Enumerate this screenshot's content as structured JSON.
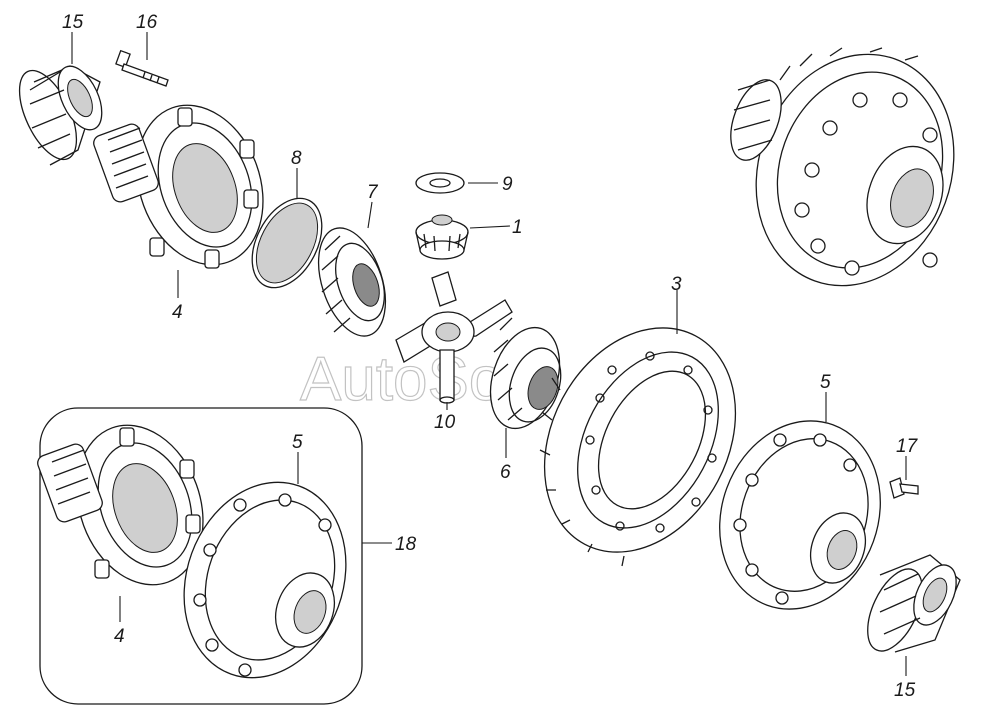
{
  "watermark": "AutoSoft",
  "callouts": {
    "c15_top": "15",
    "c16": "16",
    "c8": "8",
    "c7": "7",
    "c9": "9",
    "c1": "1",
    "c4_top": "4",
    "c3": "3",
    "c5_right": "5",
    "c10": "10",
    "c6": "6",
    "c17": "17",
    "c5_left": "5",
    "c18": "18",
    "c4_bottom": "4",
    "c15_bottom": "15"
  }
}
